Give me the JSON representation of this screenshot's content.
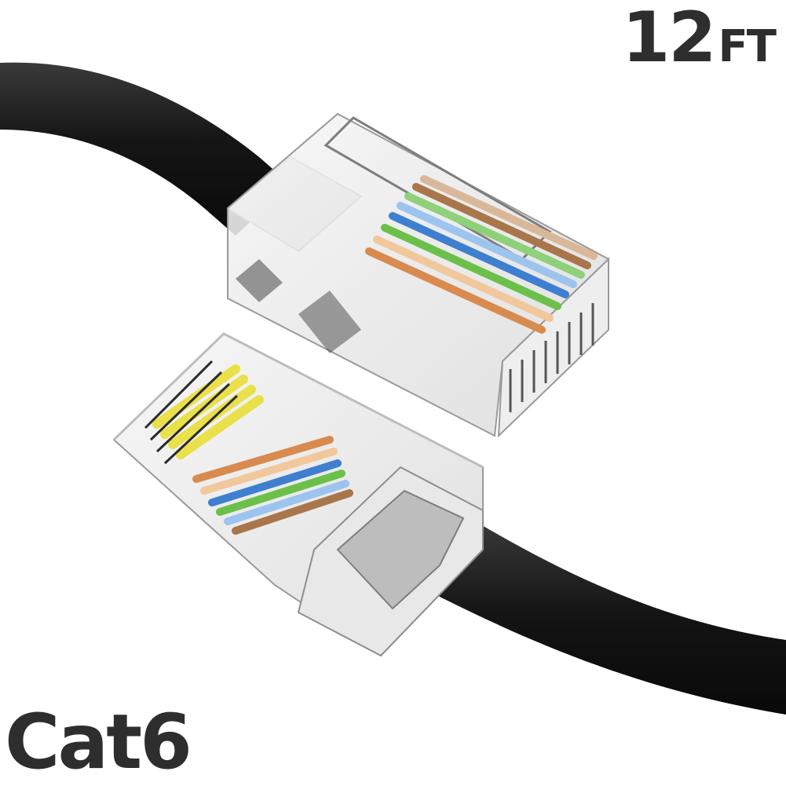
{
  "product": {
    "length_value": "12",
    "length_unit": "FT",
    "category": "Cat6"
  },
  "colors": {
    "cable_jacket": "#1c1c1c",
    "label_text": "#2e2e2e",
    "background": "#ffffff",
    "wire_orange": "#d98a4e",
    "wire_blue": "#3f7fd0",
    "wire_green": "#6cc04a",
    "wire_brown": "#a9764c",
    "contact_gold": "#e9e04a"
  },
  "icons": [
    "rj45-connector-icon",
    "ethernet-cable-icon"
  ]
}
